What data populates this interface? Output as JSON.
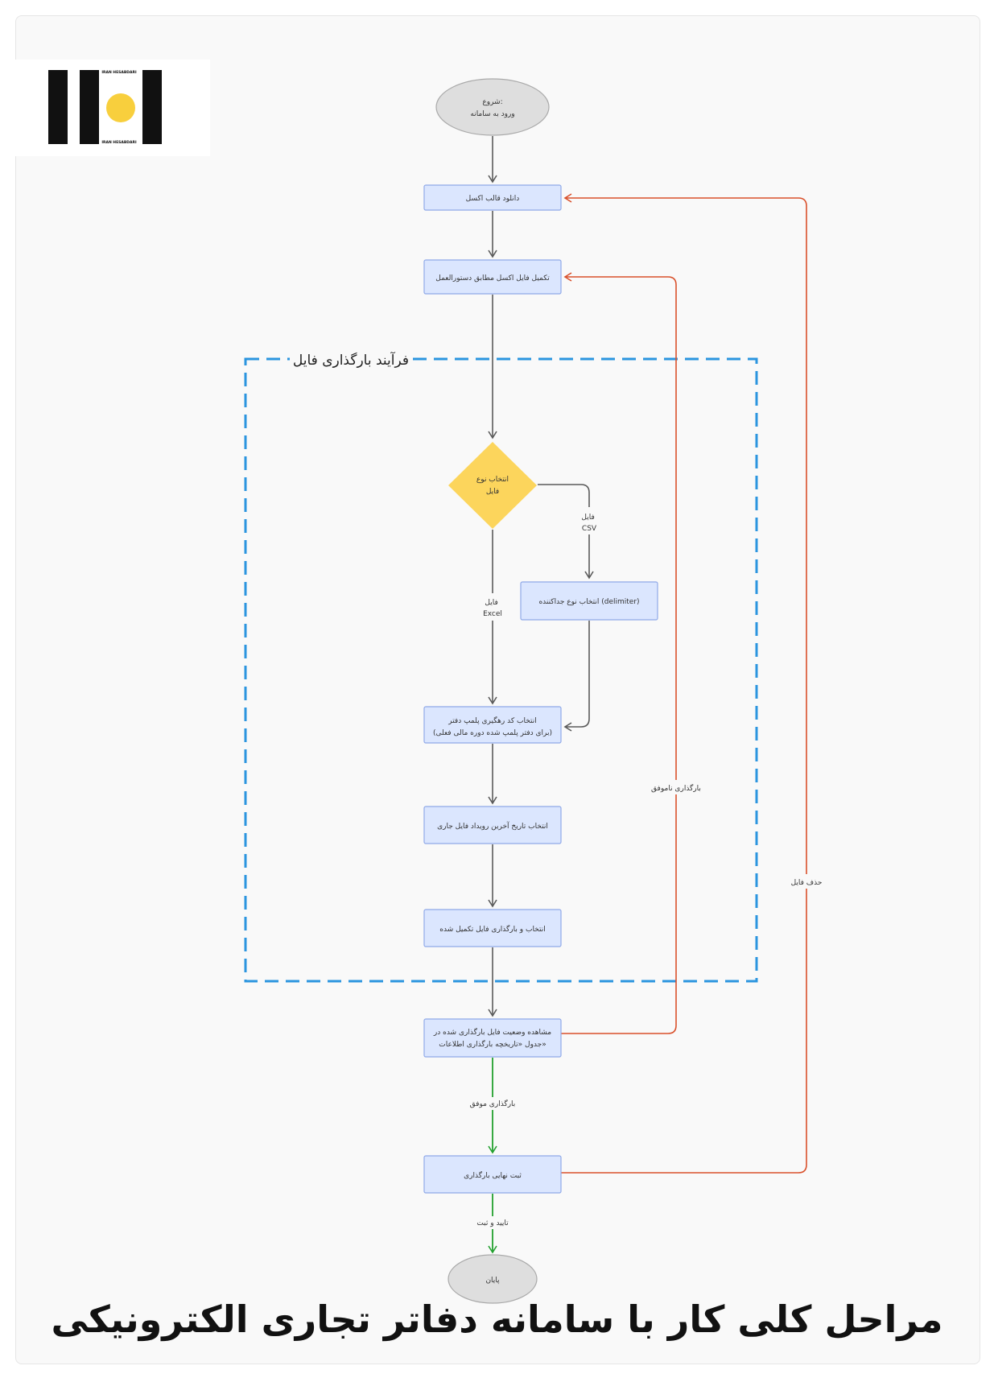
{
  "logo": {
    "top_text": "IRAN HESABDARI",
    "bottom_text": "IRAN HESABDARI"
  },
  "group": {
    "label": "فرآیند بارگذاری فایل"
  },
  "nodes": {
    "start": [
      "شروع:",
      "ورود به سامانه"
    ],
    "download": [
      "دانلود قالب اکسل"
    ],
    "fill": [
      "تکمیل فایل اکسل مطابق دستورالعمل"
    ],
    "decision": [
      "انتخاب نوع",
      "فایل"
    ],
    "delimiter": [
      "انتخاب نوع جداکننده (delimiter)"
    ],
    "tracking": [
      "انتخاب کد رهگیری پلمپ دفتر",
      "(برای دفتر پلمپ شده دوره مالی فعلی)"
    ],
    "last_event": [
      "انتخاب تاریخ آخرین رویداد فایل جاری"
    ],
    "upload": [
      "انتخاب و بارگذاری فایل تکمیل شده"
    ],
    "status": [
      "مشاهده وضعیت فایل بارگذاری شده در",
      "جدول «تاریخچه بارگذاری اطلاعات»"
    ],
    "final": [
      "ثبت نهایی بارگذاری"
    ],
    "end": [
      "پایان"
    ]
  },
  "edges": {
    "csv": [
      "فایل",
      "CSV"
    ],
    "excel": [
      "فایل",
      "Excel"
    ],
    "failed": "بارگذاری ناموفق",
    "delete": "حذف فایل",
    "success": "بارگذاری موفق",
    "confirm": "تایید و ثبت"
  },
  "title": "مراحل کلی کار با سامانه دفاتر تجاری الکترونیکی",
  "colors": {
    "node_fill": "#dbe6fe",
    "node_stroke": "#8fa9e8",
    "decision_fill": "#fcd55c",
    "terminal_fill": "#dedede",
    "group_stroke": "#2b95df",
    "edge_gray": "#5a5a5a",
    "edge_red": "#d9502b",
    "edge_green": "#22a02e",
    "logo_yellow": "#f8cf3d"
  }
}
